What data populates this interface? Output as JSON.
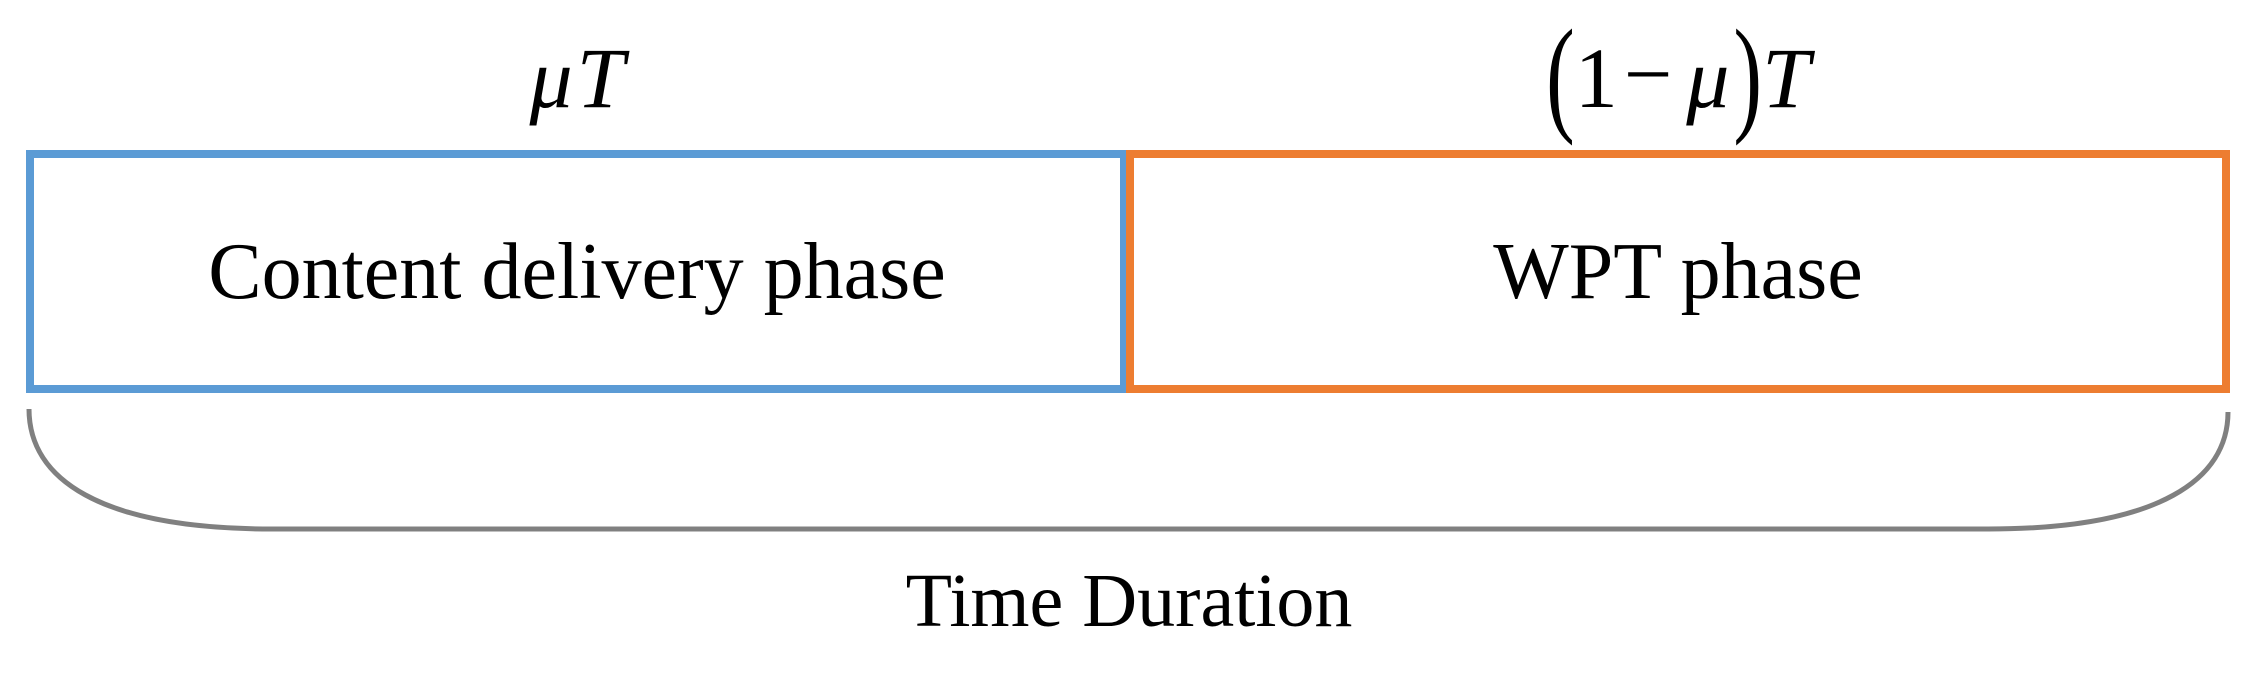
{
  "diagram": {
    "description": "Time slot structure diagram with two phases and total time duration brace",
    "top_labels": {
      "left": {
        "mu": "μ",
        "t": "T"
      },
      "right": {
        "open_paren": "(",
        "one": "1",
        "minus": "−",
        "mu": "μ",
        "close_paren": ")",
        "t": "T"
      }
    },
    "boxes": {
      "left_label": "Content delivery phase",
      "right_label": "WPT phase"
    },
    "bottom_label": "Time Duration"
  },
  "colors": {
    "left_box_border": "#5B9BD5",
    "right_box_border": "#ED7D31",
    "brace": "#808080",
    "text": "#000000",
    "background": "#FFFFFF"
  }
}
